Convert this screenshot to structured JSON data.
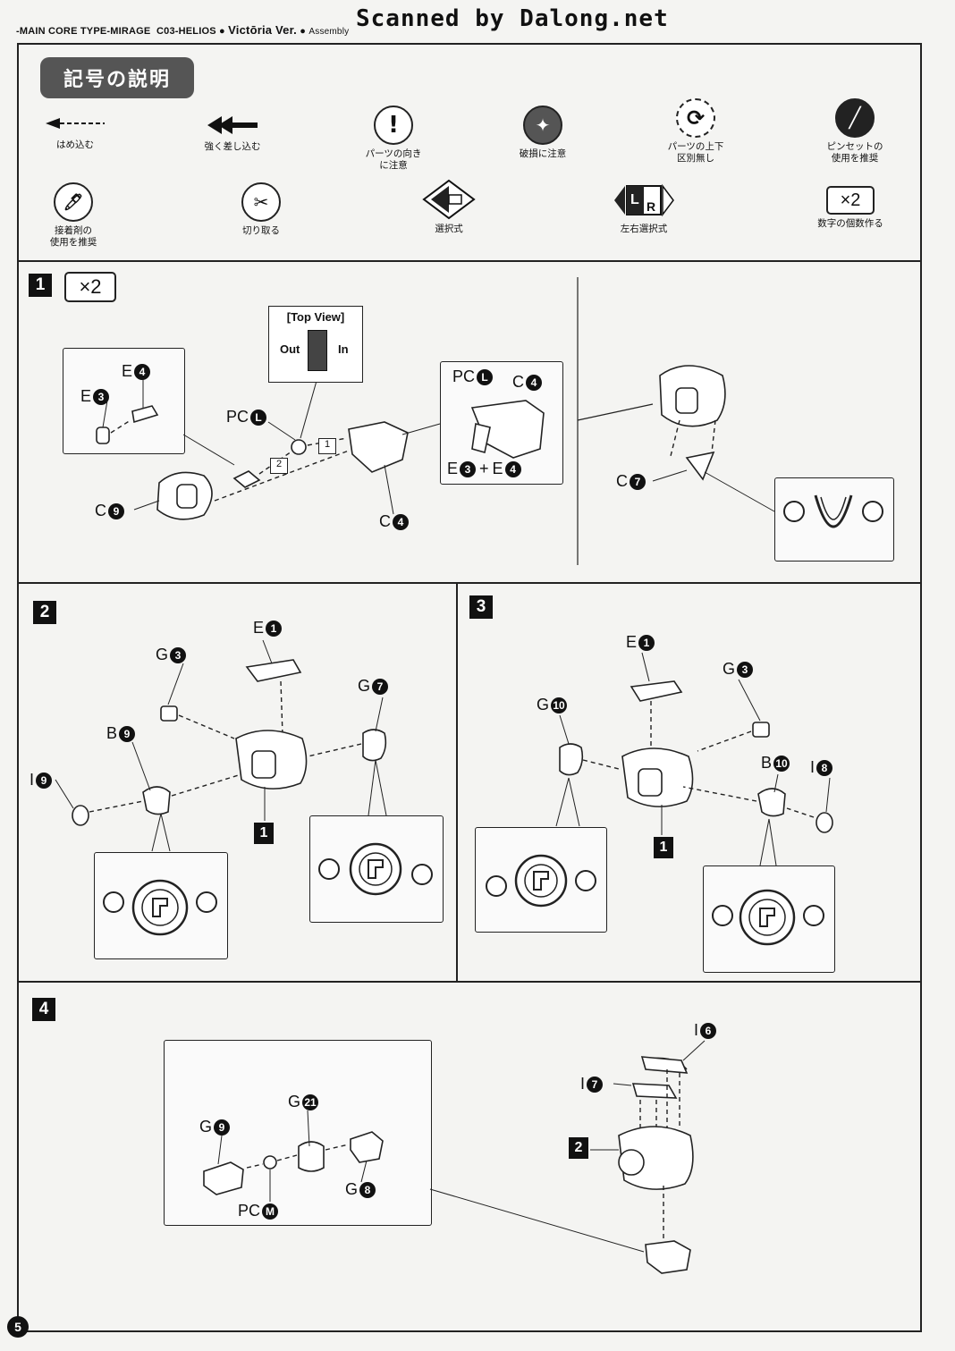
{
  "header": {
    "model": "-MAIN CORE TYPE-MIRAGE",
    "code": "C03-HELIOS",
    "version": "Victōria Ver.",
    "section": "Assembly",
    "scanned": "Scanned by Dalong.net"
  },
  "legend": {
    "title": "記号の説明",
    "items": [
      {
        "label": "はめ込む",
        "icon": "arrow-dashed-icon"
      },
      {
        "label": "強く差し込む",
        "icon": "double-arrow-icon"
      },
      {
        "label": "パーツの向き\nに注意",
        "icon": "exclamation-icon"
      },
      {
        "label": "破損に注意",
        "icon": "break-icon"
      },
      {
        "label": "パーツの上下\n区別無し",
        "icon": "rotate-icon"
      },
      {
        "label": "ピンセットの\n使用を推奨",
        "icon": "tweezers-icon"
      },
      {
        "label": "接着剤の\n使用を推奨",
        "icon": "glue-icon"
      },
      {
        "label": "切り取る",
        "icon": "cut-icon"
      },
      {
        "label": "選択式",
        "icon": "select-icon"
      },
      {
        "label": "左右選択式",
        "icon": "lr-select-icon"
      },
      {
        "label": "数字の個数作る",
        "icon": "x2-icon",
        "mark": "×2"
      }
    ]
  },
  "steps": {
    "s1": {
      "num": "1",
      "qty": "×2",
      "topview": {
        "title": "[Top View]",
        "out": "Out",
        "in": "In"
      },
      "labels": [
        {
          "letter": "E",
          "n": "4"
        },
        {
          "letter": "E",
          "n": "3"
        },
        {
          "letter": "PC",
          "n": "L"
        },
        {
          "letter": "C",
          "n": "9"
        },
        {
          "letter": "C",
          "n": "4"
        },
        {
          "letter": "PC",
          "n": "L"
        },
        {
          "letter": "C",
          "n": "4"
        },
        {
          "letter": "C",
          "n": "7"
        }
      ],
      "combo": {
        "a": "E",
        "an": "3",
        "plus": "+",
        "b": "E",
        "bn": "4"
      },
      "seq": [
        "1",
        "2"
      ]
    },
    "s2": {
      "num": "2",
      "ref": "1",
      "labels": [
        {
          "letter": "E",
          "n": "1"
        },
        {
          "letter": "G",
          "n": "3"
        },
        {
          "letter": "G",
          "n": "7"
        },
        {
          "letter": "B",
          "n": "9"
        },
        {
          "letter": "I",
          "n": "9"
        }
      ]
    },
    "s3": {
      "num": "3",
      "ref": "1",
      "labels": [
        {
          "letter": "E",
          "n": "1"
        },
        {
          "letter": "G",
          "n": "3"
        },
        {
          "letter": "G",
          "n": "10"
        },
        {
          "letter": "B",
          "n": "10"
        },
        {
          "letter": "I",
          "n": "8"
        }
      ]
    },
    "s4": {
      "num": "4",
      "ref": "2",
      "labels": [
        {
          "letter": "I",
          "n": "6"
        },
        {
          "letter": "I",
          "n": "7"
        },
        {
          "letter": "G",
          "n": "21"
        },
        {
          "letter": "G",
          "n": "9"
        },
        {
          "letter": "G",
          "n": "8"
        },
        {
          "letter": "PC",
          "n": "M"
        }
      ]
    }
  },
  "page_number": "5"
}
